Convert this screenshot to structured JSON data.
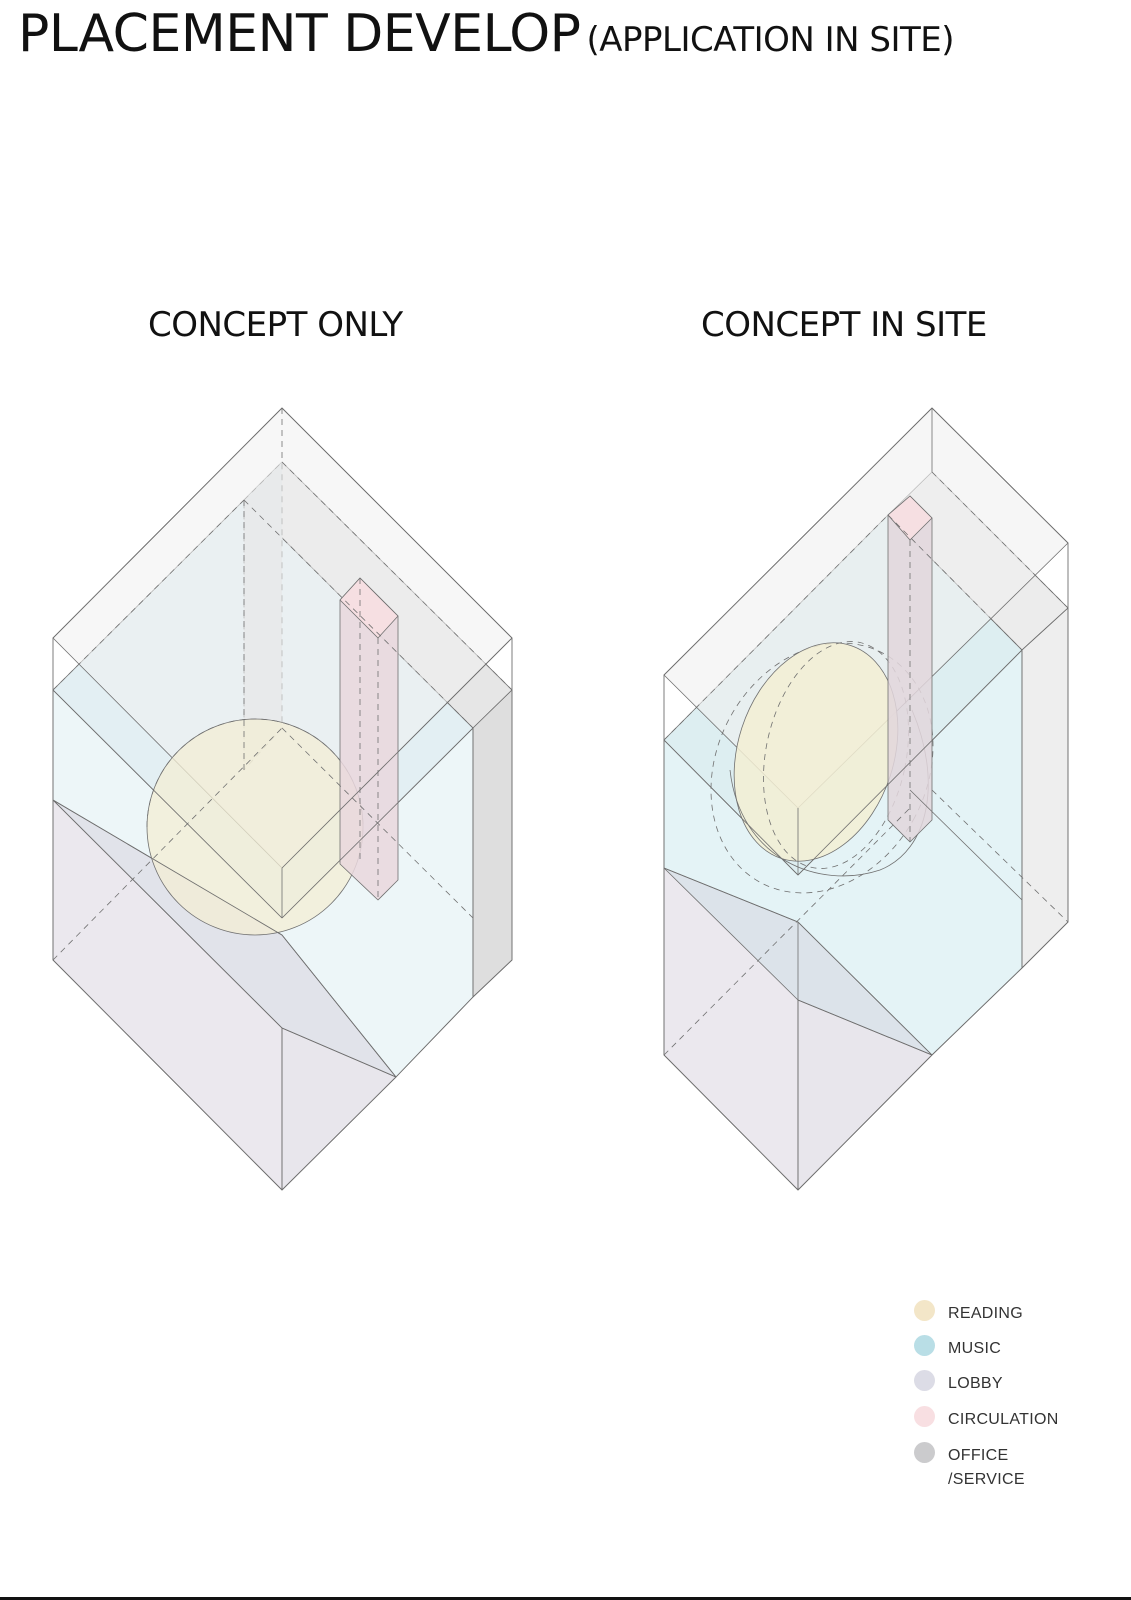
{
  "header": {
    "title": "PLACEMENT DEVELOP",
    "subtitle": "(APPLICATION IN SITE)"
  },
  "panels": [
    {
      "heading": "CONCEPT ONLY"
    },
    {
      "heading": "CONCEPT IN SITE"
    }
  ],
  "legend": {
    "items": [
      {
        "label": "READING",
        "color": "#f3e6c8"
      },
      {
        "label": "MUSIC",
        "color": "#b9dee6"
      },
      {
        "label": "LOBBY",
        "color": "#dcdce6"
      },
      {
        "label": "CIRCULATION",
        "color": "#f8dfe2"
      },
      {
        "label": "OFFICE",
        "label2": "/SERVICE",
        "color": "#cbcbcd"
      }
    ]
  },
  "colors": {
    "reading": "#f3eed4",
    "music": "#e2f2f5",
    "lobby": "#ebe8ee",
    "circulation": "#f6dfe2",
    "service": "#e4e4e4",
    "line": "#6e6e6e"
  }
}
